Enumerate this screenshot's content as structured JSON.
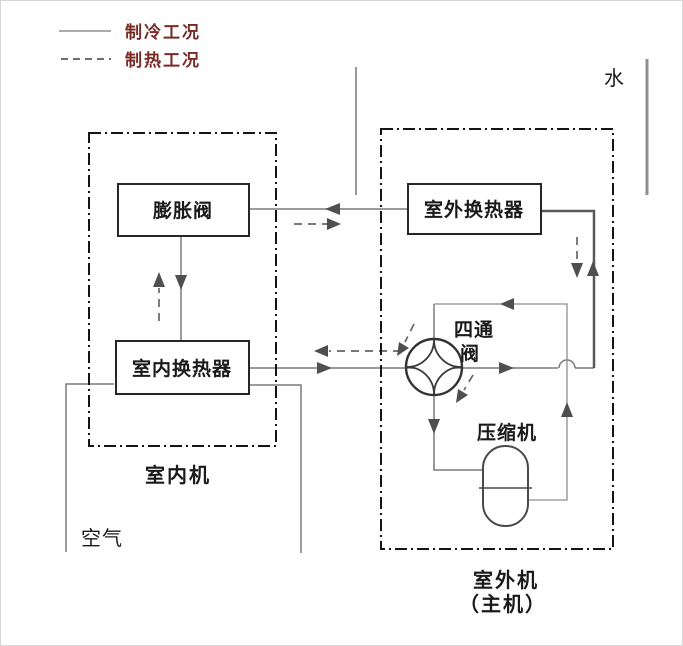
{
  "legend": {
    "cooling": "制冷工况",
    "heating": "制热工况"
  },
  "annotations": {
    "water": "水",
    "air": "空气"
  },
  "units": {
    "indoor": {
      "label": "室内机"
    },
    "outdoor": {
      "label_line1": "室外机",
      "label_line2": "（主机）"
    }
  },
  "components": {
    "expansion_valve": {
      "label": "膨胀阀"
    },
    "indoor_heat_exchanger": {
      "label": "室内换热器"
    },
    "outdoor_heat_exchanger": {
      "label": "室外换热器"
    },
    "four_way_valve": {
      "label_line1": "四通",
      "label_line2": "阀"
    },
    "compressor": {
      "label": "压缩机"
    }
  },
  "colors": {
    "background": "#ffffff",
    "pipe": "#7a7a7a",
    "box_border": "#262626",
    "unit_box_border": "#151515",
    "arrow": "#4f4f4f",
    "legend_text": "#7a2a25",
    "text": "#1a1a1a"
  }
}
